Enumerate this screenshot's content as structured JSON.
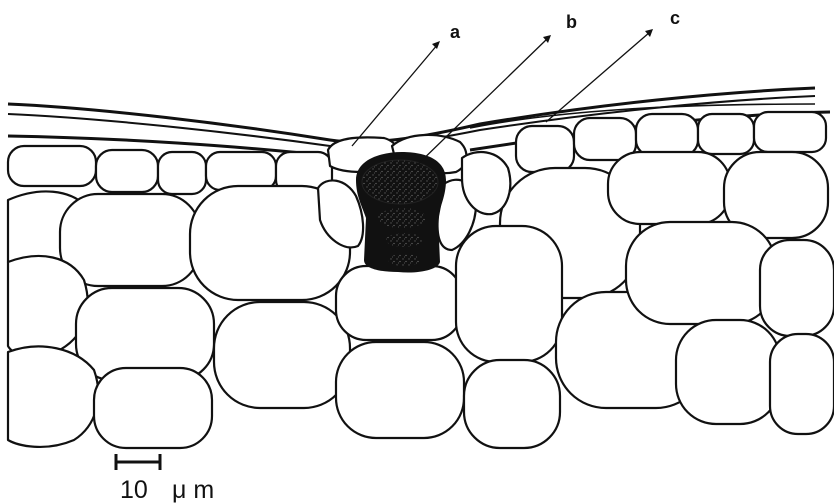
{
  "labels": {
    "a": "a",
    "b": "b",
    "c": "c"
  },
  "scale_bar": {
    "value": "10",
    "unit": "μ m"
  },
  "colors": {
    "ink": "#111111",
    "background": "#ffffff",
    "stipple": "#666666"
  }
}
